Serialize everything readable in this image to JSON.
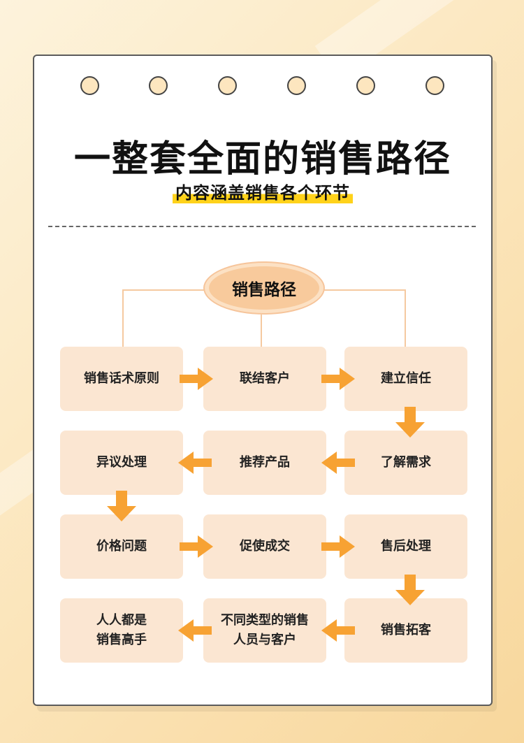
{
  "header": {
    "title": "一整套全面的销售路径",
    "subtitle": "内容涵盖销售各个环节"
  },
  "diagram": {
    "root": "销售路径",
    "rows": [
      {
        "steps": [
          "销售话术原则",
          "联结客户",
          "建立信任"
        ]
      },
      {
        "steps": [
          "异议处理",
          "推荐产品",
          "了解需求"
        ]
      },
      {
        "steps": [
          "价格问题",
          "促使成交",
          "售后处理"
        ]
      },
      {
        "steps": [
          "人人都是\n销售高手",
          "不同类型的销售\n人员与客户",
          "销售拓客"
        ]
      }
    ]
  },
  "colors": {
    "arrow": "#f7a233",
    "box": "#fbe6d2",
    "root_fill": "#f8ca9c",
    "highlight": "#ffd21a"
  }
}
